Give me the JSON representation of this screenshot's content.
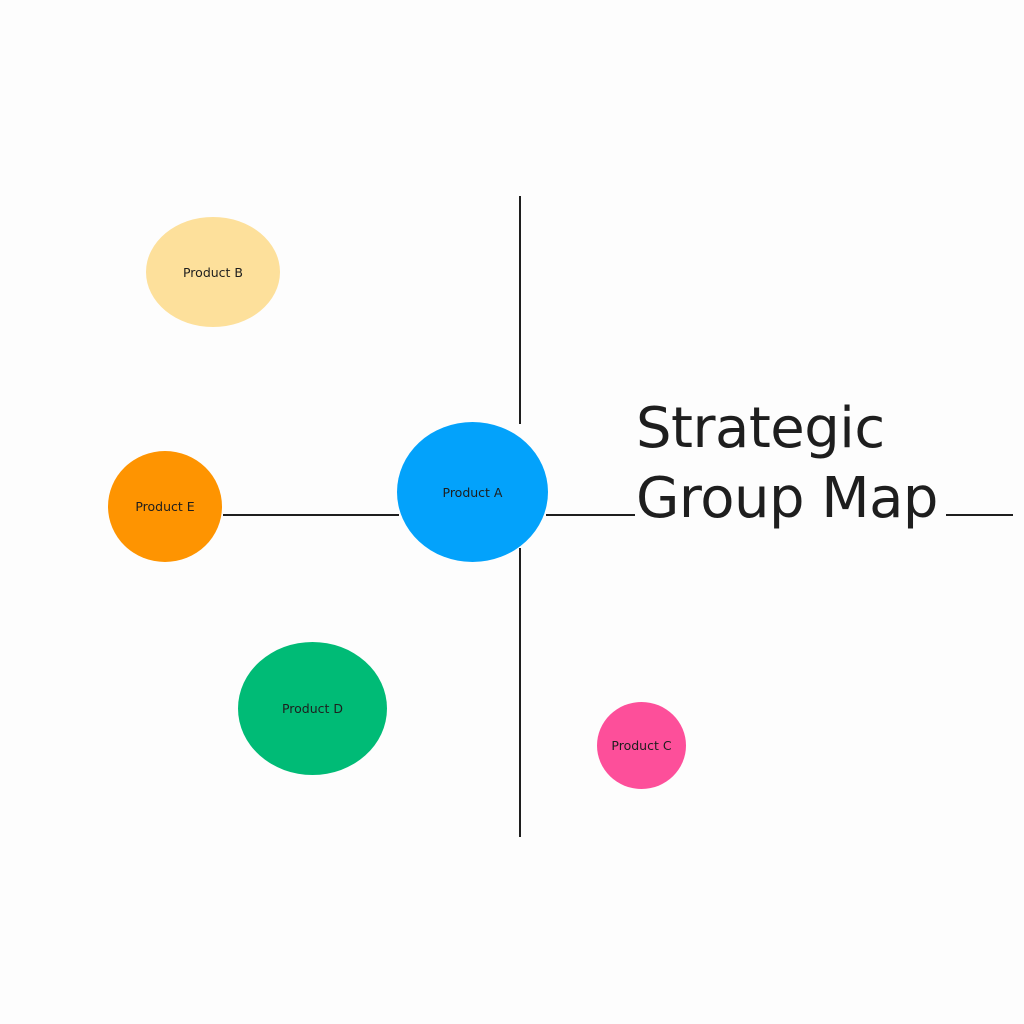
{
  "title": {
    "line1": "Strategic",
    "line2": "Group Map"
  },
  "colors": {
    "axis": "#1e1e1e",
    "product_a": "#03a2fb",
    "product_b": "#fde09b",
    "product_c": "#fd4f9a",
    "product_d": "#00bb76",
    "product_e": "#fe9401"
  },
  "products": [
    {
      "label": "Product A",
      "color": "#03a2fb"
    },
    {
      "label": "Product B",
      "color": "#fde09b"
    },
    {
      "label": "Product C",
      "color": "#fd4f9a"
    },
    {
      "label": "Product D",
      "color": "#00bb76"
    },
    {
      "label": "Product E",
      "color": "#fe9401"
    }
  ]
}
